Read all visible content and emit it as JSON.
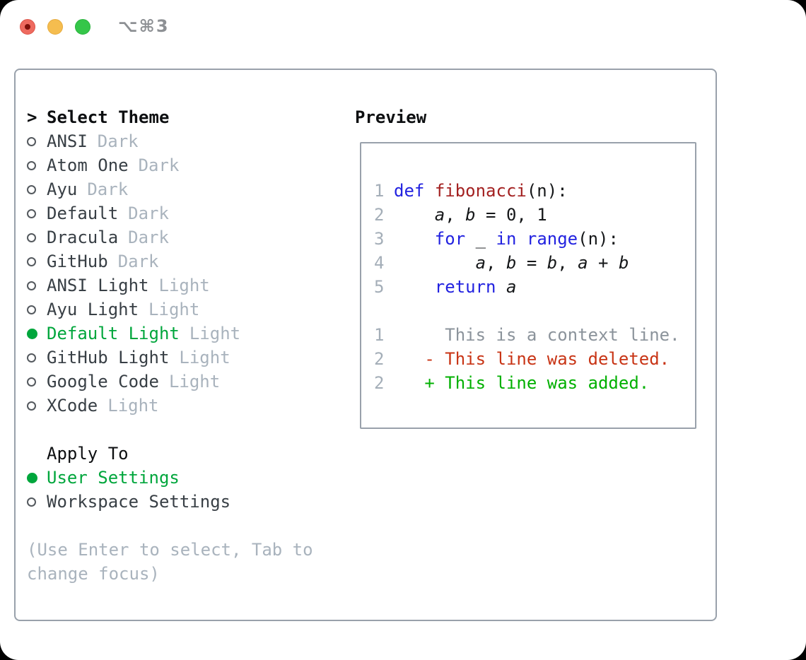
{
  "window": {
    "title_shortcut": "⌥⌘3"
  },
  "colors": {
    "selection_green": "#00a63c",
    "keyword_blue": "#2222e0",
    "function_red": "#a32121",
    "deleted_red": "#c83415",
    "added_green": "#00b000",
    "border_gray": "#99a1ab",
    "muted_gray": "#a9b3bd"
  },
  "theme_selector": {
    "cursor": ">",
    "header": "Select Theme",
    "items": [
      {
        "name": "ANSI",
        "variant": "Dark",
        "selected": false
      },
      {
        "name": "Atom One",
        "variant": "Dark",
        "selected": false
      },
      {
        "name": "Ayu",
        "variant": "Dark",
        "selected": false
      },
      {
        "name": "Default",
        "variant": "Dark",
        "selected": false
      },
      {
        "name": "Dracula",
        "variant": "Dark",
        "selected": false
      },
      {
        "name": "GitHub",
        "variant": "Dark",
        "selected": false
      },
      {
        "name": "ANSI Light",
        "variant": "Light",
        "selected": false
      },
      {
        "name": "Ayu Light",
        "variant": "Light",
        "selected": false
      },
      {
        "name": "Default Light",
        "variant": "Light",
        "selected": true
      },
      {
        "name": "GitHub Light",
        "variant": "Light",
        "selected": false
      },
      {
        "name": "Google Code",
        "variant": "Light",
        "selected": false
      },
      {
        "name": "XCode",
        "variant": "Light",
        "selected": false
      }
    ]
  },
  "apply_to": {
    "header": "Apply To",
    "options": [
      {
        "label": "User Settings",
        "selected": true
      },
      {
        "label": "Workspace Settings",
        "selected": false
      }
    ]
  },
  "hint": "(Use Enter to select, Tab to change focus)",
  "preview": {
    "header": "Preview",
    "code_lines": [
      {
        "num": "1",
        "tokens": [
          {
            "c": "kw",
            "t": "def"
          },
          {
            "c": "pl",
            "t": " "
          },
          {
            "c": "fn",
            "t": "fibonacci"
          },
          {
            "c": "pl",
            "t": "(n):"
          }
        ]
      },
      {
        "num": "2",
        "tokens": [
          {
            "c": "pl",
            "t": "    "
          },
          {
            "c": "var",
            "t": "a"
          },
          {
            "c": "pl",
            "t": ", "
          },
          {
            "c": "var",
            "t": "b"
          },
          {
            "c": "pl",
            "t": " = 0, 1"
          }
        ]
      },
      {
        "num": "3",
        "tokens": [
          {
            "c": "pl",
            "t": "    "
          },
          {
            "c": "kw",
            "t": "for"
          },
          {
            "c": "pl",
            "t": " _ "
          },
          {
            "c": "kw",
            "t": "in"
          },
          {
            "c": "pl",
            "t": " "
          },
          {
            "c": "kw",
            "t": "range"
          },
          {
            "c": "pl",
            "t": "(n):"
          }
        ]
      },
      {
        "num": "4",
        "tokens": [
          {
            "c": "pl",
            "t": "        "
          },
          {
            "c": "var",
            "t": "a"
          },
          {
            "c": "pl",
            "t": ", "
          },
          {
            "c": "var",
            "t": "b"
          },
          {
            "c": "pl",
            "t": " = "
          },
          {
            "c": "var",
            "t": "b"
          },
          {
            "c": "pl",
            "t": ", "
          },
          {
            "c": "var",
            "t": "a"
          },
          {
            "c": "pl",
            "t": " + "
          },
          {
            "c": "var",
            "t": "b"
          }
        ]
      },
      {
        "num": "5",
        "tokens": [
          {
            "c": "pl",
            "t": "    "
          },
          {
            "c": "kw",
            "t": "return"
          },
          {
            "c": "pl",
            "t": " "
          },
          {
            "c": "var",
            "t": "a"
          }
        ]
      }
    ],
    "diff_lines": [
      {
        "num": "1",
        "text": "     This is a context line.",
        "kind": "context"
      },
      {
        "num": "2",
        "text": "   - This line was deleted.",
        "kind": "deleted"
      },
      {
        "num": "2",
        "text": "   + This line was added.",
        "kind": "added"
      }
    ]
  }
}
